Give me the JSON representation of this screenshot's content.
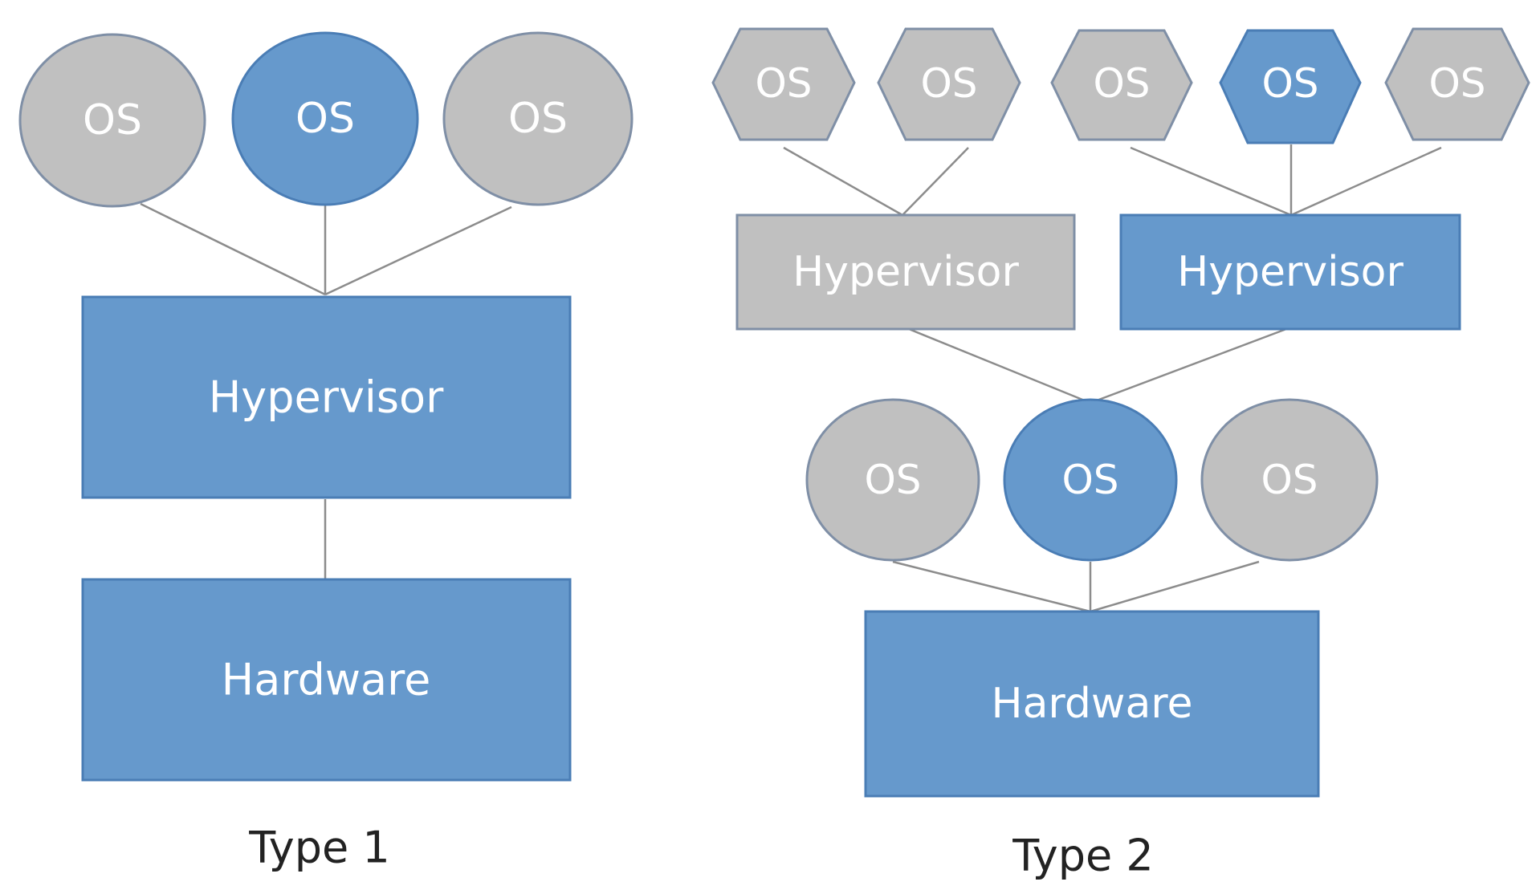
{
  "colors": {
    "primary": "#6699cc",
    "primary_border": "#4a7db5",
    "secondary": "#c0c0c0",
    "secondary_border": "#7f8fa6",
    "connector": "#8c8c8c",
    "node_text": "#ffffff",
    "caption_text": "#222222"
  },
  "type1": {
    "caption": "Type 1",
    "guest_os": [
      {
        "label": "OS",
        "style": "secondary"
      },
      {
        "label": "OS",
        "style": "primary"
      },
      {
        "label": "OS",
        "style": "secondary"
      }
    ],
    "hypervisor": {
      "label": "Hypervisor",
      "style": "primary"
    },
    "hardware": {
      "label": "Hardware",
      "style": "primary"
    }
  },
  "type2": {
    "caption": "Type 2",
    "guest_os": [
      {
        "label": "OS",
        "style": "secondary"
      },
      {
        "label": "OS",
        "style": "secondary"
      },
      {
        "label": "OS",
        "style": "secondary"
      },
      {
        "label": "OS",
        "style": "primary"
      },
      {
        "label": "OS",
        "style": "secondary"
      }
    ],
    "hypervisors": [
      {
        "label": "Hypervisor",
        "style": "secondary"
      },
      {
        "label": "Hypervisor",
        "style": "primary"
      }
    ],
    "host_os": [
      {
        "label": "OS",
        "style": "secondary"
      },
      {
        "label": "OS",
        "style": "primary"
      },
      {
        "label": "OS",
        "style": "secondary"
      }
    ],
    "hardware": {
      "label": "Hardware",
      "style": "primary"
    }
  }
}
